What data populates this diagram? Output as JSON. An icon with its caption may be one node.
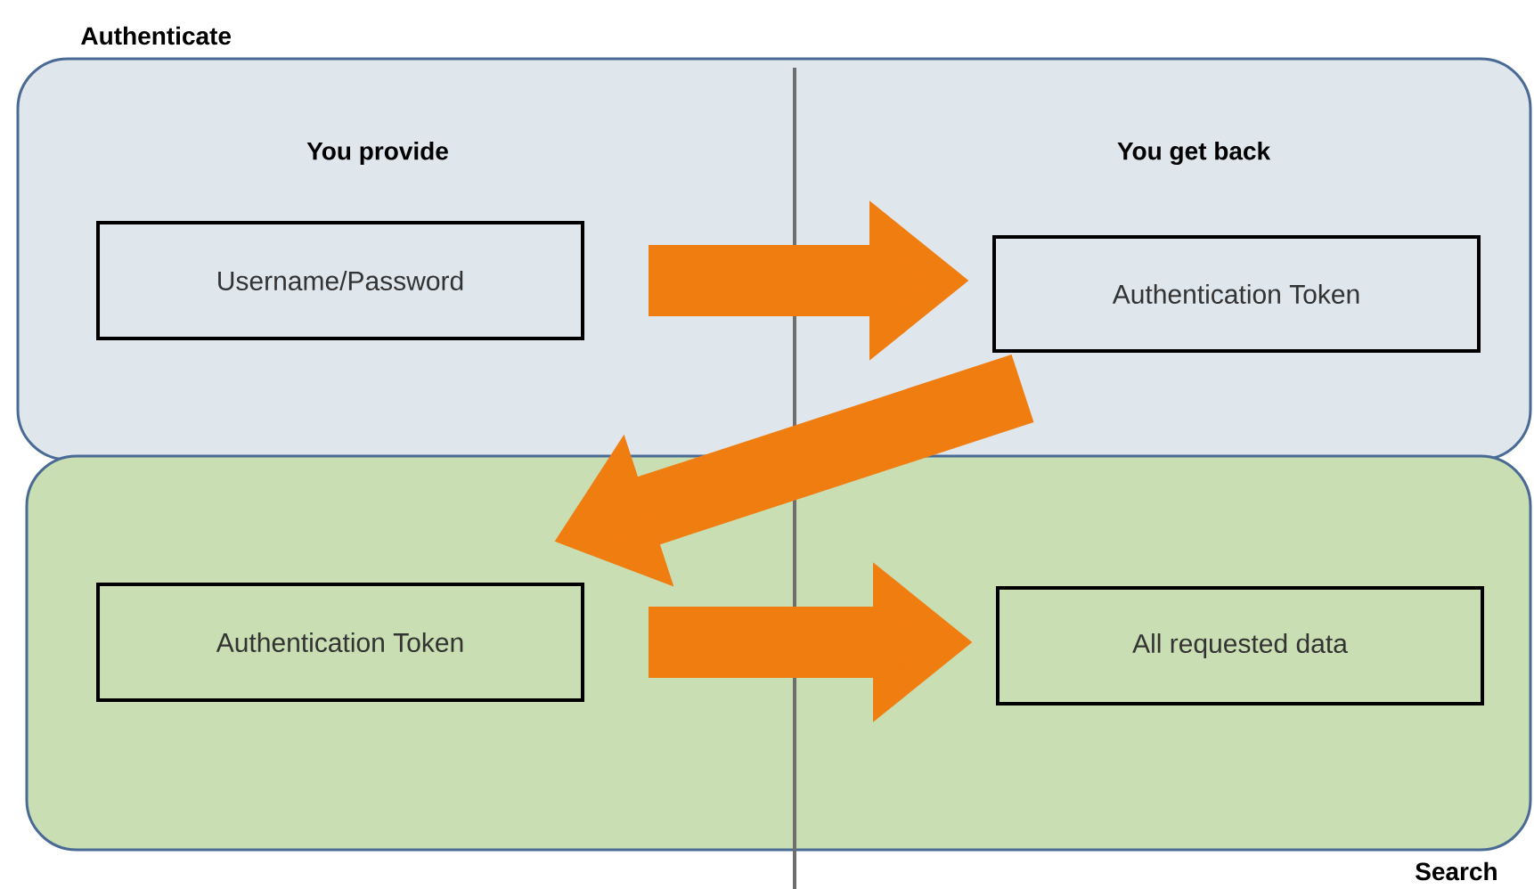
{
  "diagram": {
    "nodes": [
      {
        "text": [
          "Authenticate",
          "You provide",
          "You get back"
        ]
      },
      {
        "text": [
          "Username/Password"
        ],
        "in": 0
      },
      {
        "text": [
          "Authentication Token"
        ],
        "in": 0
      },
      {
        "text": [
          "Search"
        ]
      },
      {
        "text": [
          "Authentication Token"
        ],
        "in": 3
      },
      {
        "text": [
          "All requested data"
        ],
        "in": 3
      }
    ],
    "edges": [
      {
        "from": 1,
        "to": 2,
        "arrow": "to"
      },
      {
        "from": 2,
        "to": 4,
        "arrow": "to"
      },
      {
        "from": 4,
        "to": 5,
        "arrow": "to"
      }
    ]
  }
}
